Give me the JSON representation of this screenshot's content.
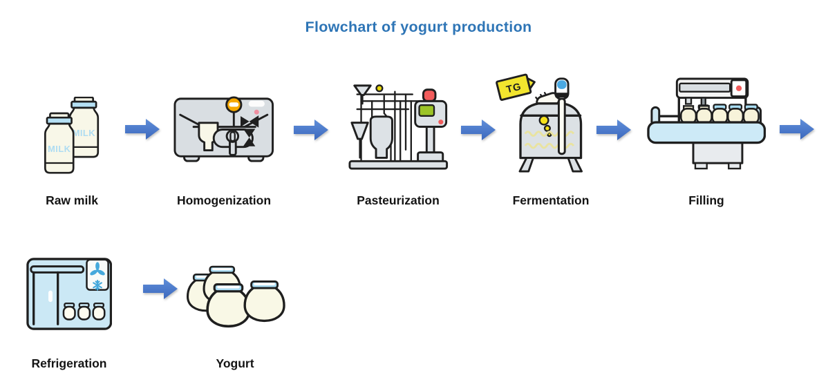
{
  "title": "Flowchart of yogurt production",
  "colors": {
    "title": "#2E75B6",
    "arrow": "#4472C4",
    "label_text": "#141414",
    "outline": "#1F1F1F",
    "machine_grey": "#D9DEE2",
    "cream": "#F8F7E8",
    "light_blue": "#CDEAF7",
    "cap_blue": "#A9DCF3",
    "accent_orange": "#F6A800",
    "accent_yellow": "#F2E52E",
    "accent_green": "#9CC427",
    "accent_red": "#F25C5C"
  },
  "flow": {
    "row1": [
      {
        "label": "Raw milk",
        "icon": "milk-bottles-icon"
      },
      {
        "label": "Homogenization",
        "icon": "homogenizer-machine-icon"
      },
      {
        "label": "Pasteurization",
        "icon": "pasteurizer-machine-icon"
      },
      {
        "label": "Fermentation",
        "icon": "fermentation-tank-icon"
      },
      {
        "label": "Filling",
        "icon": "filling-machine-icon"
      }
    ],
    "row1_has_trailing_arrow": true,
    "row2": [
      {
        "label": "Refrigeration",
        "icon": "refrigerator-icon"
      },
      {
        "label": "Yogurt",
        "icon": "yogurt-jars-icon"
      }
    ]
  },
  "icon_texts": {
    "milk_bottle_front": "MILK",
    "milk_bottle_back": "MILK",
    "fermentation_tag": "TG"
  }
}
